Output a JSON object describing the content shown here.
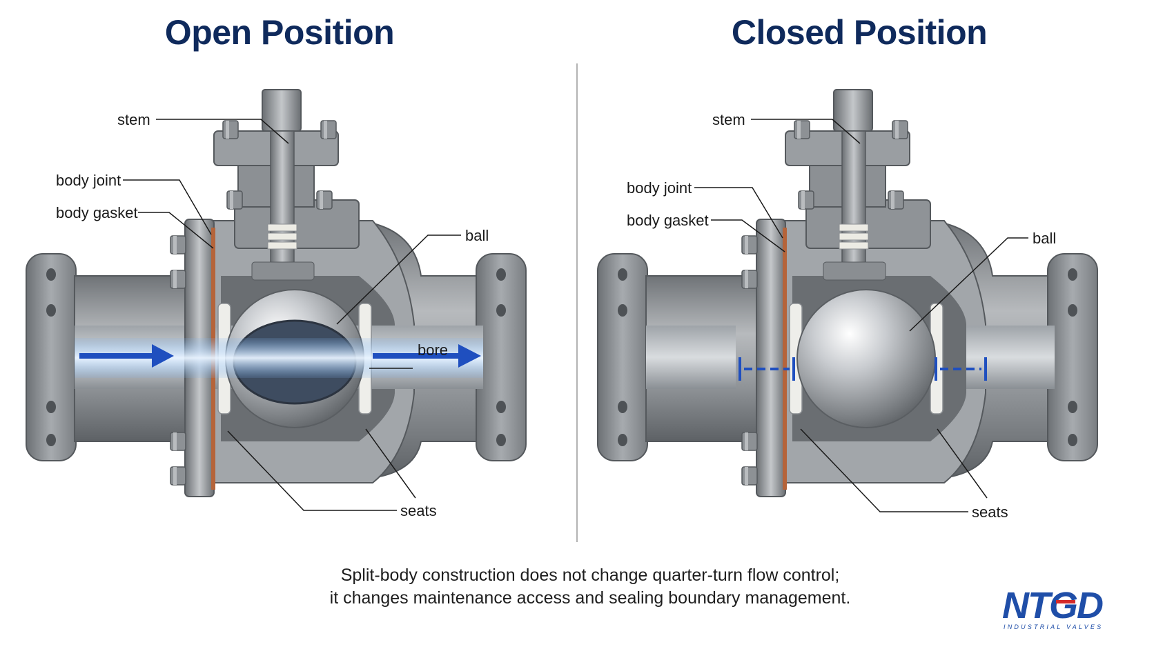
{
  "panels": {
    "open": {
      "title": "Open Position",
      "labels": {
        "stem": "stem",
        "body_joint": "body joint",
        "body_gasket": "body gasket",
        "ball": "ball",
        "bore": "bore",
        "seats": "seats"
      }
    },
    "closed": {
      "title": "Closed Position",
      "labels": {
        "stem": "stem",
        "body_joint": "body joint",
        "body_gasket": "body gasket",
        "ball": "ball",
        "seats": "seats"
      }
    }
  },
  "caption": {
    "line1": "Split-body construction does not change quarter-turn flow control;",
    "line2": "it changes maintenance access and sealing boundary management."
  },
  "logo": {
    "brand": "NTGD",
    "tagline": "INDUSTRIAL VALVES"
  },
  "colors": {
    "title": "#0f2a5c",
    "flow_arrow": "#1f4fbf",
    "gasket": "#b5643a",
    "metal": "#8e9296",
    "logo_blue": "#1f4ea8",
    "logo_red": "#d42a2a"
  }
}
